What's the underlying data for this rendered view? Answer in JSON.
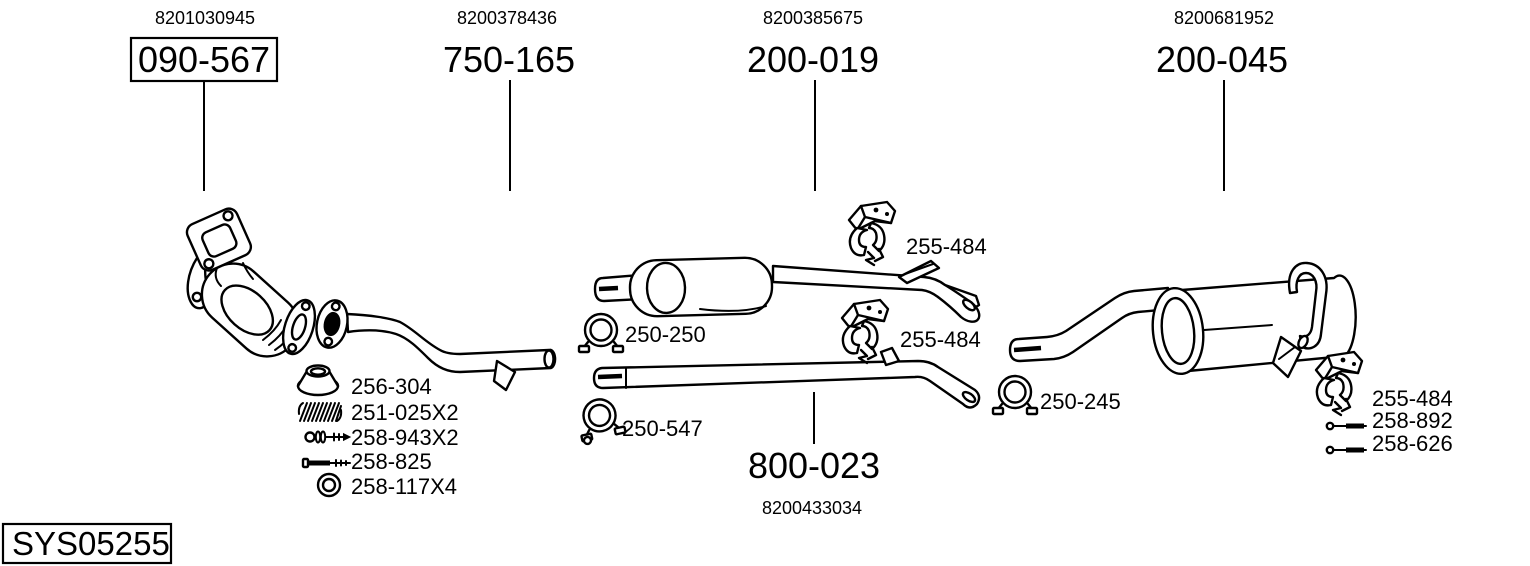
{
  "page": {
    "background": "#ffffff",
    "ink": "#000000"
  },
  "system_label": {
    "value": "SYS05255"
  },
  "assemblies": [
    {
      "oem": "8201030945",
      "part": "090-567"
    },
    {
      "oem": "8200378436",
      "part": "750-165"
    },
    {
      "oem": "8200385675",
      "part": "200-019"
    },
    {
      "oem": "8200681952",
      "part": "200-045"
    }
  ],
  "tail_pipe_assembly": {
    "part": "800-023",
    "oem": "8200433034"
  },
  "fitting_kit": [
    {
      "part": "256-304",
      "icon": "cone-gasket-icon"
    },
    {
      "part": "251-025X2",
      "icon": "spring-icon"
    },
    {
      "part": "258-943X2",
      "icon": "spring-bolt-icon"
    },
    {
      "part": "258-825",
      "icon": "bolt-icon"
    },
    {
      "part": "258-117X4",
      "icon": "washer-icon"
    }
  ],
  "clamps": [
    {
      "part": "250-250",
      "icon": "clamp-icon"
    },
    {
      "part": "250-547",
      "icon": "clamp-icon"
    },
    {
      "part": "250-245",
      "icon": "clamp-icon"
    }
  ],
  "hangers": [
    {
      "part": "255-484",
      "icon": "rubber-hanger-icon"
    },
    {
      "part": "255-484",
      "icon": "rubber-hanger-icon"
    }
  ],
  "rear_fittings": [
    {
      "part": "255-484",
      "icon": "rubber-hanger-icon"
    },
    {
      "part": "258-892",
      "icon": "bolt-icon"
    },
    {
      "part": "258-626",
      "icon": "bolt-icon"
    }
  ]
}
